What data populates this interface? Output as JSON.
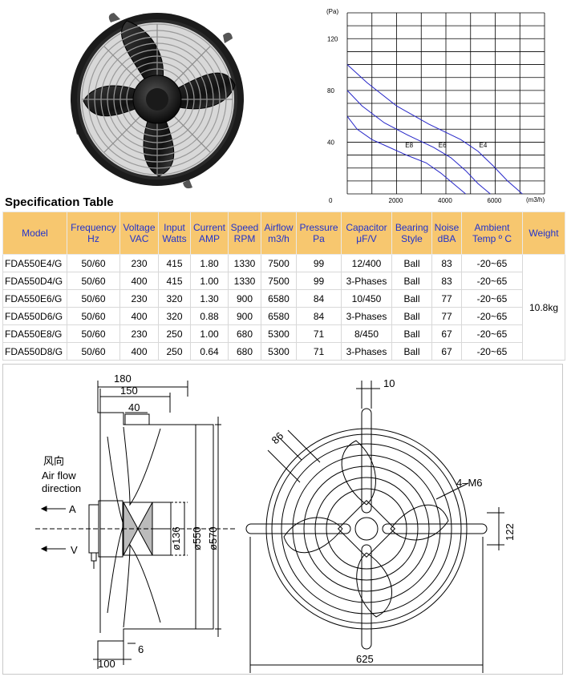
{
  "spec": {
    "title": "Specification Table",
    "columns": [
      {
        "l1": "Model",
        "l2": ""
      },
      {
        "l1": "Frequency",
        "l2": "Hz"
      },
      {
        "l1": "Voltage",
        "l2": "VAC"
      },
      {
        "l1": "Input",
        "l2": "Watts"
      },
      {
        "l1": "Current",
        "l2": "AMP"
      },
      {
        "l1": "Speed",
        "l2": "RPM"
      },
      {
        "l1": "Airflow",
        "l2": "m3/h"
      },
      {
        "l1": "Pressure",
        "l2": "Pa"
      },
      {
        "l1": "Capacitor",
        "l2": "μF/V"
      },
      {
        "l1": "Bearing",
        "l2": "Style"
      },
      {
        "l1": "Noise",
        "l2": "dBA"
      },
      {
        "l1": "Ambient",
        "l2": "Temp º C"
      },
      {
        "l1": "Weight",
        "l2": ""
      }
    ],
    "rows": [
      [
        "FDA550E4/G",
        "50/60",
        "230",
        "415",
        "1.80",
        "1330",
        "7500",
        "99",
        "12/400",
        "Ball",
        "83",
        "-20~65"
      ],
      [
        "FDA550D4/G",
        "50/60",
        "400",
        "415",
        "1.00",
        "1330",
        "7500",
        "99",
        "3-Phases",
        "Ball",
        "83",
        "-20~65"
      ],
      [
        "FDA550E6/G",
        "50/60",
        "230",
        "320",
        "1.30",
        "900",
        "6580",
        "84",
        "10/450",
        "Ball",
        "77",
        "-20~65"
      ],
      [
        "FDA550D6/G",
        "50/60",
        "400",
        "320",
        "0.88",
        "900",
        "6580",
        "84",
        "3-Phases",
        "Ball",
        "77",
        "-20~65"
      ],
      [
        "FDA550E8/G",
        "50/60",
        "230",
        "250",
        "1.00",
        "680",
        "5300",
        "71",
        "8/450",
        "Ball",
        "67",
        "-20~65"
      ],
      [
        "FDA550D8/G",
        "50/60",
        "400",
        "250",
        "0.64",
        "680",
        "5300",
        "71",
        "3-Phases",
        "Ball",
        "67",
        "-20~65"
      ]
    ],
    "weight": "10.8kg"
  },
  "chart_data": {
    "type": "line",
    "xlabel": "(m3/h)",
    "ylabel": "(Pa)",
    "xlim": [
      0,
      8000
    ],
    "ylim": [
      0,
      140
    ],
    "xticks": [
      0,
      2000,
      4000,
      6000
    ],
    "yticks": [
      40,
      80,
      120
    ],
    "tick_labels_x": [
      "0",
      "2000",
      "4000",
      "6000"
    ],
    "tick_labels_y": [
      "40",
      "80",
      "120"
    ],
    "grid": true,
    "line_color": "#2626c8",
    "series": [
      {
        "name": "E8",
        "x": [
          0,
          400,
          1000,
          1700,
          2400,
          3200,
          3800,
          4300,
          4800
        ],
        "y": [
          60,
          50,
          42,
          36,
          30,
          24,
          16,
          8,
          0
        ]
      },
      {
        "name": "E6",
        "x": [
          0,
          600,
          1500,
          2500,
          3500,
          4200,
          4800,
          5300,
          5800
        ],
        "y": [
          80,
          68,
          55,
          45,
          36,
          28,
          18,
          8,
          0
        ]
      },
      {
        "name": "E4",
        "x": [
          0,
          800,
          2000,
          3300,
          4600,
          5300,
          5900,
          6500,
          7100
        ],
        "y": [
          100,
          86,
          68,
          54,
          42,
          33,
          22,
          10,
          0
        ]
      }
    ]
  },
  "drawing": {
    "dims_side": {
      "d180": "180",
      "d150": "150",
      "d40": "40",
      "d136": "ø136",
      "d550": "ø550",
      "d570": "ø570",
      "d100": "100",
      "d6": "6"
    },
    "dims_front": {
      "d10": "10",
      "d86": "86",
      "holes": "4–M6",
      "d122": "122",
      "d625": "625"
    },
    "airflow_cn": "风向",
    "airflow_en1": "Air flow",
    "airflow_en2": "direction",
    "label_a": "A",
    "label_v": "V"
  }
}
